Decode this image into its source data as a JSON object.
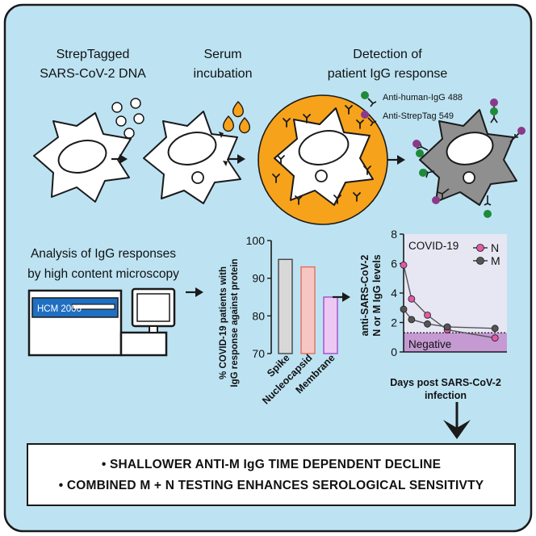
{
  "steps": [
    {
      "line1": "StrepTagged",
      "line2": "SARS-CoV-2 DNA"
    },
    {
      "line1": "Serum",
      "line2": "incubation"
    },
    {
      "line1": "Detection of",
      "line2": "patient IgG response"
    }
  ],
  "legend": [
    {
      "label": "Anti-human-IgG 488",
      "color": "#1f8a3a"
    },
    {
      "label": "Anti-StrepTag 549",
      "color": "#8a3a8a"
    }
  ],
  "analysis": {
    "line1": "Analysis of IgG responses",
    "line2": "by high content microscopy"
  },
  "device_label": "HCM 2000",
  "colors": {
    "background": "#bde3f3",
    "serum": "#f7a21b",
    "chart_bg": "#e6e7f3",
    "negative": "#c59ad3"
  },
  "chart_data": [
    {
      "type": "bar",
      "categories": [
        "Spike",
        "Nucleocapsid",
        "Membrane"
      ],
      "values": [
        95,
        93,
        85
      ],
      "ylim": [
        70,
        100
      ],
      "yticks": [
        70,
        80,
        90,
        100
      ],
      "ylabel_line1": "% COVID-19 patients with",
      "ylabel_line2": "IgG response against protein",
      "colors": [
        "#d8d8d8",
        "#f7c6c2",
        "#ecc8f2"
      ],
      "edge_colors": [
        "#444444",
        "#e07060",
        "#a64ac9"
      ]
    },
    {
      "type": "line",
      "series": [
        {
          "name": "N",
          "x": [
            0,
            40,
            120,
            220,
            460
          ],
          "y": [
            5.9,
            3.6,
            2.5,
            1.5,
            0.95
          ],
          "color": "#e05aa6"
        },
        {
          "name": "M",
          "x": [
            0,
            40,
            120,
            220,
            460
          ],
          "y": [
            2.9,
            2.2,
            1.9,
            1.7,
            1.6
          ],
          "color": "#555555"
        }
      ],
      "xlim": [
        0,
        520
      ],
      "ylim": [
        0,
        8
      ],
      "yticks": [
        0,
        2,
        4,
        6,
        8
      ],
      "threshold": 1.3,
      "label_top": "COVID-19",
      "label_bottom": "Negative",
      "ylabel_line1": "anti-SARS-CoV-2",
      "ylabel_line2": "N or M IgG levels",
      "xlabel_line1": "Days post SARS-CoV-2",
      "xlabel_line2": "infection"
    }
  ],
  "conclusions": [
    "• SHALLOWER ANTI-M IgG TIME DEPENDENT DECLINE",
    "• COMBINED M + N TESTING ENHANCES SEROLOGICAL SENSITIVTY"
  ]
}
